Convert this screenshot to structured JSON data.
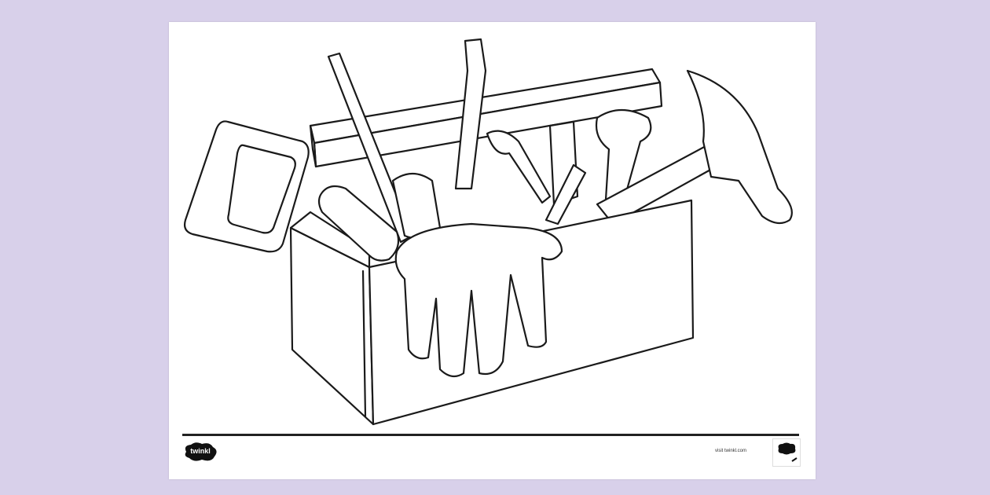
{
  "brand": {
    "logo_text": "twinkl",
    "website": "visit twinkl.com"
  },
  "colors": {
    "background": "#d8d0ea",
    "sheet": "#ffffff",
    "line": "#1a1a1a"
  },
  "illustration": {
    "subject": "toolbox-coloring-page"
  }
}
